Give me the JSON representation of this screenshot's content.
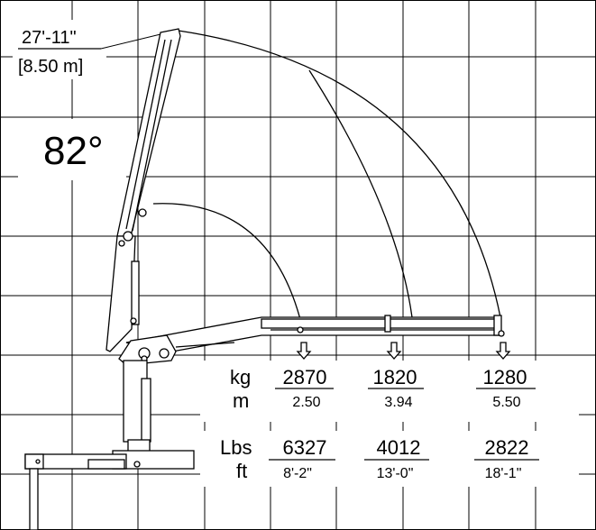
{
  "height_label": {
    "imperial": "27'-11\"",
    "metric": "[8.50 m]"
  },
  "boom_angle": "82°",
  "metric_units": {
    "load": "kg",
    "distance": "m"
  },
  "imperial_units": {
    "load": "Lbs",
    "distance": "ft"
  },
  "load_points": [
    {
      "kg": "2870",
      "m": "2.50",
      "lbs": "6327",
      "ft": "8'-2\""
    },
    {
      "kg": "1820",
      "m": "3.94",
      "lbs": "4012",
      "ft": "13'-0\""
    },
    {
      "kg": "1280",
      "m": "5.50",
      "lbs": "2822",
      "ft": "18'-1\""
    }
  ],
  "colors": {
    "line": "#000000",
    "grid": "#000000",
    "background": "#ffffff"
  }
}
